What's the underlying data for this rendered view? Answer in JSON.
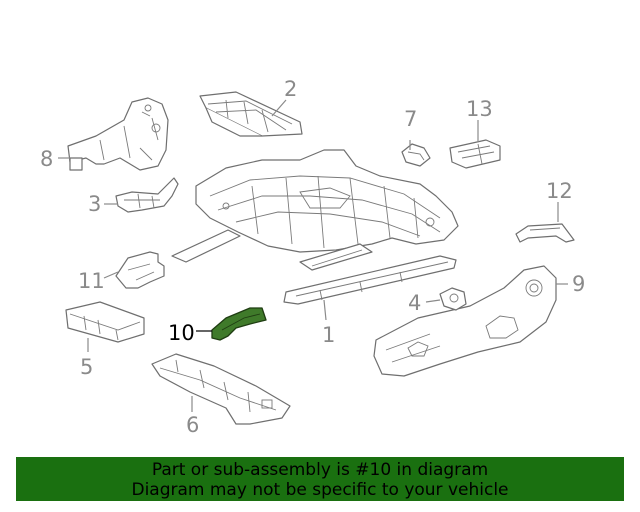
{
  "diagram": {
    "callouts": {
      "c1": "1",
      "c2": "2",
      "c3": "3",
      "c4": "4",
      "c5": "5",
      "c6": "6",
      "c7": "7",
      "c8": "8",
      "c9": "9",
      "c10": "10",
      "c11": "11",
      "c12": "12",
      "c13": "13"
    },
    "highlight_color": "#3f7a2a"
  },
  "banner": {
    "line1": "Part or sub-assembly is #10 in diagram",
    "line2": "Diagram may not be specific to your vehicle",
    "background": "#1a7010"
  }
}
